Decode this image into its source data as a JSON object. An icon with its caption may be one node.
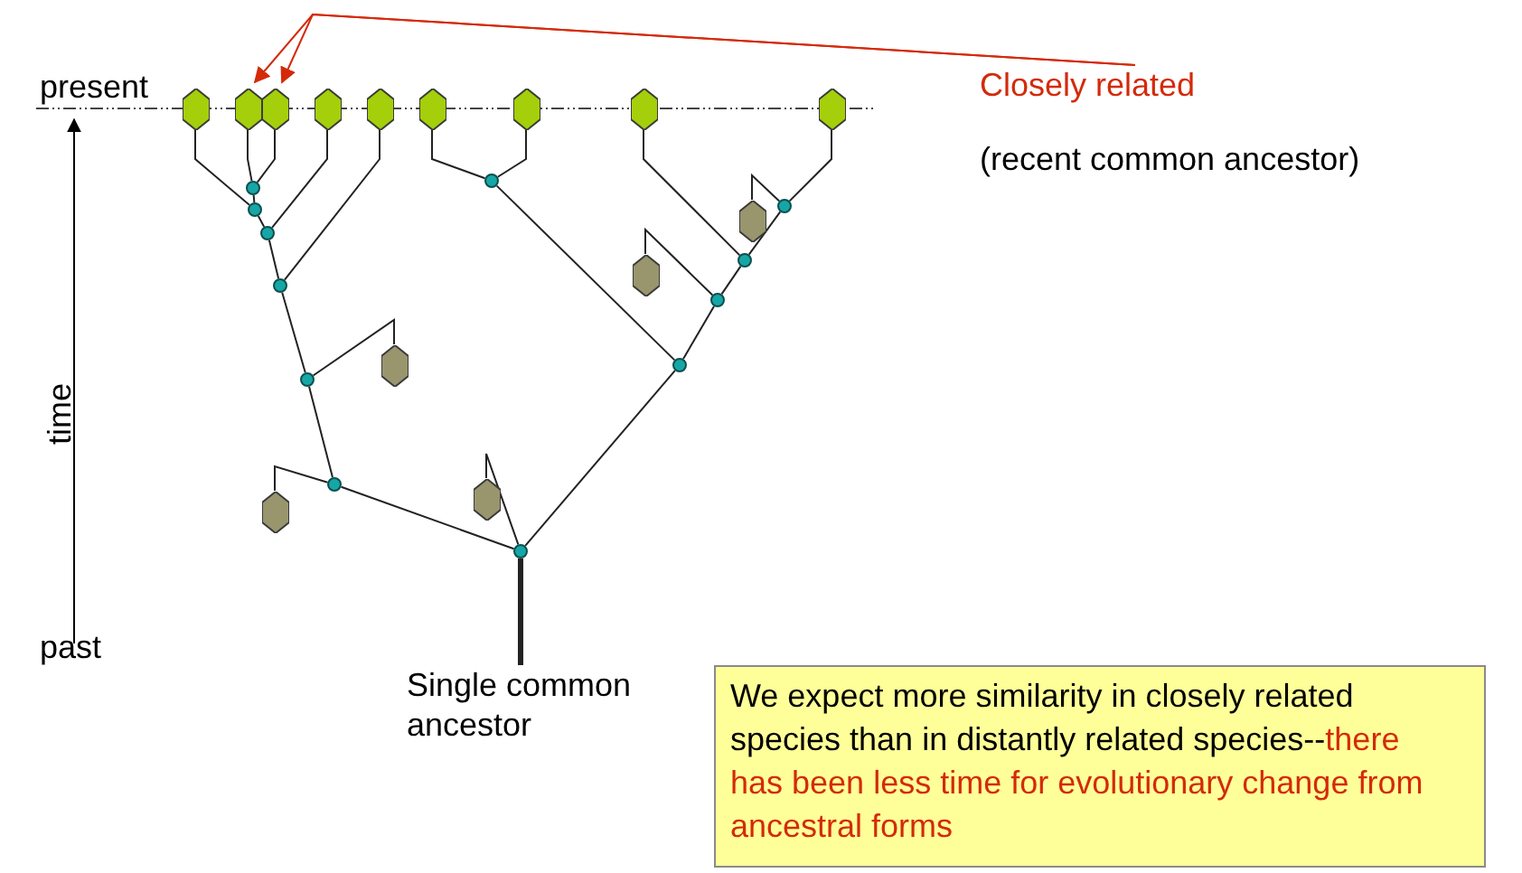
{
  "diagram": {
    "nodes": [
      {
        "text": [
          "Closely related"
        ]
      },
      {
        "text": [],
        "shape": "hexagon"
      },
      {
        "text": [],
        "shape": "hexagon"
      },
      {
        "text": [],
        "shape": "hexagon"
      },
      {
        "text": [],
        "shape": "hexagon"
      },
      {
        "text": [],
        "shape": "hexagon"
      },
      {
        "text": [],
        "shape": "hexagon"
      },
      {
        "text": [],
        "shape": "hexagon"
      },
      {
        "text": [],
        "shape": "hexagon"
      },
      {
        "text": [],
        "shape": "hexagon"
      },
      {
        "text": [],
        "shape": "circle"
      },
      {
        "text": [],
        "shape": "circle"
      },
      {
        "text": [],
        "shape": "circle"
      },
      {
        "text": [],
        "shape": "circle"
      },
      {
        "text": [],
        "shape": "circle"
      },
      {
        "text": [],
        "shape": "circle"
      },
      {
        "text": [],
        "shape": "circle"
      },
      {
        "text": [],
        "shape": "circle"
      },
      {
        "text": [],
        "shape": "circle"
      },
      {
        "text": [],
        "shape": "circle"
      },
      {
        "text": [],
        "shape": "circle"
      },
      {
        "text": [],
        "shape": "circle"
      },
      {
        "text": [],
        "shape": "hexagon"
      },
      {
        "text": [],
        "shape": "hexagon"
      },
      {
        "text": [],
        "shape": "hexagon"
      },
      {
        "text": [],
        "shape": "hexagon"
      },
      {
        "text": [],
        "shape": "hexagon"
      },
      {
        "text": [
          "Single common ancestor"
        ]
      },
      {
        "text": [
          "We expect more similarity in closely related species than in distantly related species--",
          "there has been less time for evolutionary change from ancestral forms"
        ]
      }
    ],
    "edges": [
      {
        "from": 0,
        "to": 2,
        "arrow": "to",
        "color": "#d42a0a"
      },
      {
        "from": 0,
        "to": 3,
        "arrow": "to",
        "color": "#d42a0a"
      },
      {
        "from": 1,
        "to": 12,
        "arrow": "none"
      },
      {
        "from": 2,
        "to": 11,
        "arrow": "none"
      },
      {
        "from": 3,
        "to": 11,
        "arrow": "none"
      },
      {
        "from": 11,
        "to": 12,
        "arrow": "none"
      },
      {
        "from": 12,
        "to": 14,
        "arrow": "none"
      },
      {
        "from": 4,
        "to": 14,
        "arrow": "none"
      },
      {
        "from": 14,
        "to": 16,
        "arrow": "none"
      },
      {
        "from": 5,
        "to": 16,
        "arrow": "none"
      },
      {
        "from": 16,
        "to": 19,
        "arrow": "none"
      },
      {
        "from": 24,
        "to": 19,
        "arrow": "none"
      },
      {
        "from": 19,
        "to": 20,
        "arrow": "none"
      },
      {
        "from": 26,
        "to": 20,
        "arrow": "none"
      },
      {
        "from": 20,
        "to": 21,
        "arrow": "none"
      },
      {
        "from": 25,
        "to": 21,
        "arrow": "none"
      },
      {
        "from": 21,
        "to": 18,
        "arrow": "none"
      },
      {
        "from": 6,
        "to": 10,
        "arrow": "none"
      },
      {
        "from": 7,
        "to": 10,
        "arrow": "none"
      },
      {
        "from": 10,
        "to": 18,
        "arrow": "none"
      },
      {
        "from": 18,
        "to": 17,
        "arrow": "none"
      },
      {
        "from": 23,
        "to": 17,
        "arrow": "none"
      },
      {
        "from": 17,
        "to": 15,
        "arrow": "none"
      },
      {
        "from": 8,
        "to": 15,
        "arrow": "none"
      },
      {
        "from": 15,
        "to": 13,
        "arrow": "none"
      },
      {
        "from": 22,
        "to": 13,
        "arrow": "none"
      },
      {
        "from": 9,
        "to": 13,
        "arrow": "none"
      },
      {
        "from": 27,
        "to": 21,
        "arrow": "none",
        "style": "thick"
      }
    ],
    "labels": [
      "present",
      "time",
      "past",
      "(recent common ancestor)"
    ]
  }
}
